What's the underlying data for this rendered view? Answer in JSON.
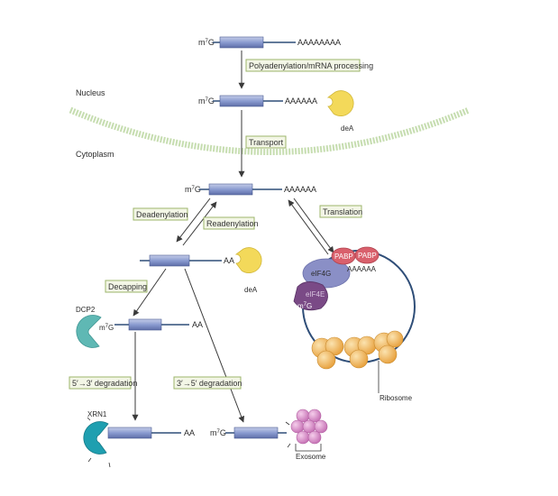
{
  "compartments": {
    "nucleus": "Nucleus",
    "cytoplasm": "Cytoplasm"
  },
  "cap": {
    "main": "m",
    "sup": "7",
    "end": "G"
  },
  "tails": {
    "polyA_long": "AAAAAAAA",
    "polyA_mid": "AAAAAA",
    "polyA_short": "AA"
  },
  "steps": {
    "polyadenylation": "Polyadenylation/mRNA processing",
    "transport": "Transport",
    "deadenylation": "Deadenylation",
    "readenylation": "Readenylation",
    "translation": "Translation",
    "decapping": "Decapping",
    "degradation_5to3": "5′→3′ degradation",
    "degradation_3to5": "3′→5′ degradation"
  },
  "factors": {
    "deA_nucleus": "deA",
    "deA_cytoplasm": "deA",
    "dcp2": "DCP2",
    "xrn1": "XRN1",
    "pabp": "PABP",
    "eif4g": "eIF4G",
    "eif4e": "eIF4E",
    "ribosome": "Ribosome",
    "exosome": "Exosome"
  },
  "colors": {
    "mrna_box": "#8a9bd0",
    "line": "#2f4e78",
    "arrow": "#3a3a3a",
    "nucleus_edge": "#bcd7a2",
    "deA": "#f3d95a",
    "dcp2": "#5fb8b4",
    "xrn1": "#1f9fb0",
    "pabp": "#d9606c",
    "eif4g": "#8a8fc6",
    "eif4e": "#7a4a86",
    "ribosome": "#f2b658",
    "exosome": "#d38bc7"
  }
}
